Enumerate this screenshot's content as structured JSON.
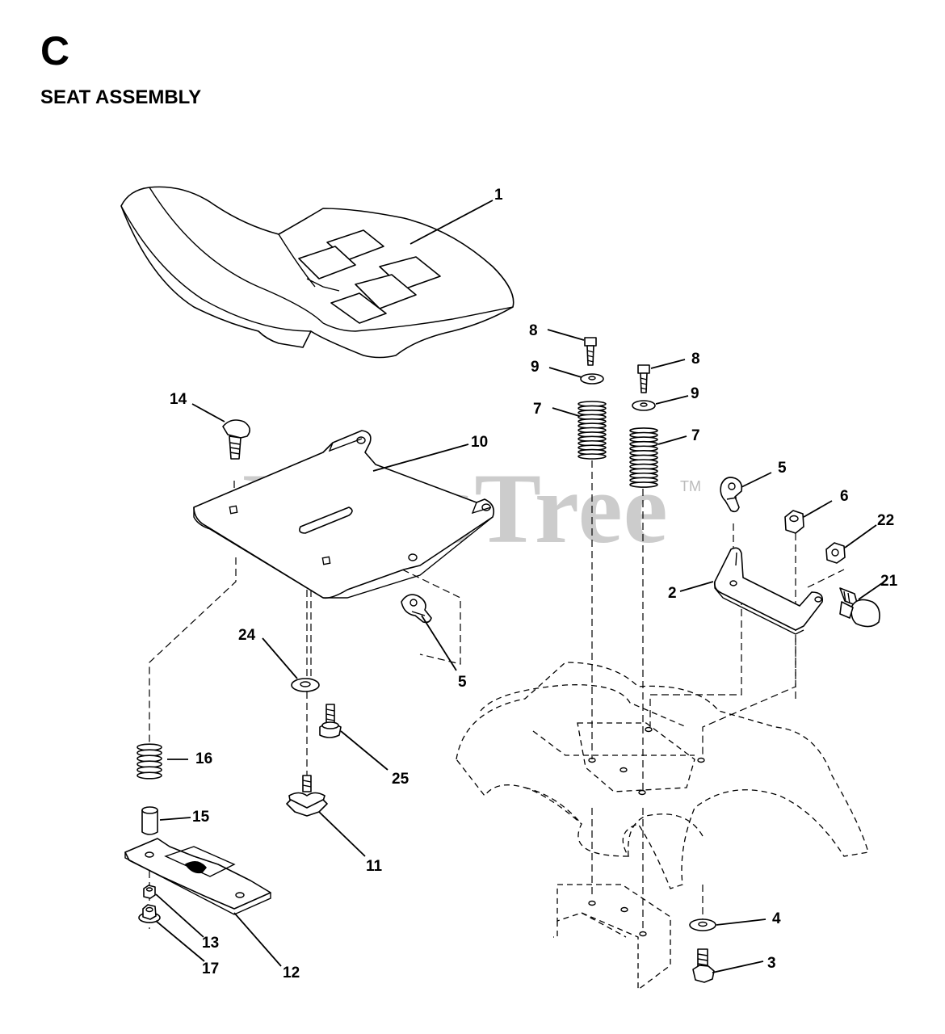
{
  "header": {
    "section_letter": "C",
    "section_title": "SEAT ASSEMBLY"
  },
  "watermark": {
    "text": "PartsTree",
    "trademark": "TM"
  },
  "callouts": {
    "c1": "1",
    "c2": "2",
    "c3": "3",
    "c4": "4",
    "c5a": "5",
    "c5b": "5",
    "c6": "6",
    "c7a": "7",
    "c7b": "7",
    "c8a": "8",
    "c8b": "8",
    "c9a": "9",
    "c9b": "9",
    "c10": "10",
    "c11": "11",
    "c12": "12",
    "c13": "13",
    "c14": "14",
    "c15": "15",
    "c16": "16",
    "c17": "17",
    "c21": "21",
    "c22": "22",
    "c24": "24",
    "c25": "25"
  },
  "colors": {
    "line": "#000000",
    "watermark": "#cccccc",
    "background": "#ffffff"
  }
}
